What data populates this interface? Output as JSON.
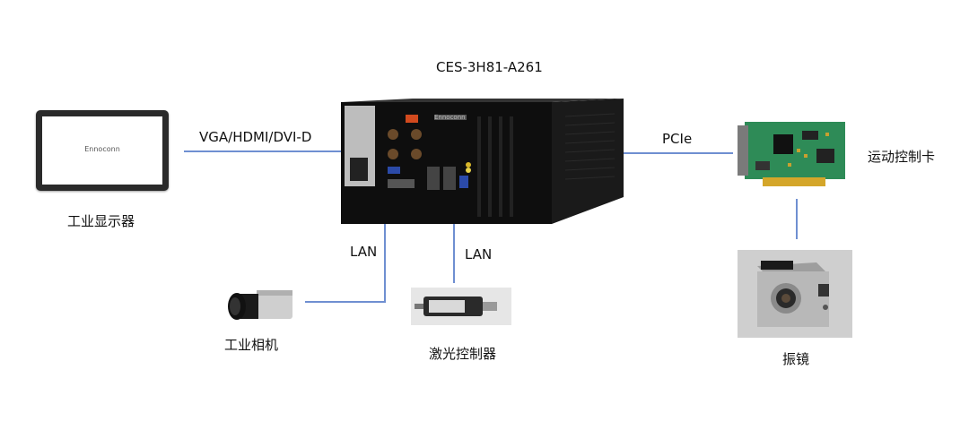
{
  "diagram": {
    "title": "CES-3H81-A261",
    "monitor": {
      "label": "工业显示器",
      "brand": "Ennoconn"
    },
    "link_display": "VGA/HDMI/DVI-D",
    "link_pcie": "PCIe",
    "motion_card": {
      "label": "运动控制卡"
    },
    "link_lan_camera": "LAN",
    "link_lan_laser": "LAN",
    "camera": {
      "label": "工业相机"
    },
    "laser": {
      "label": "激光控制器"
    },
    "galvo": {
      "label": "振镜"
    },
    "pc_brand": "Ennoconn",
    "line_color": "#6f8fd1"
  }
}
